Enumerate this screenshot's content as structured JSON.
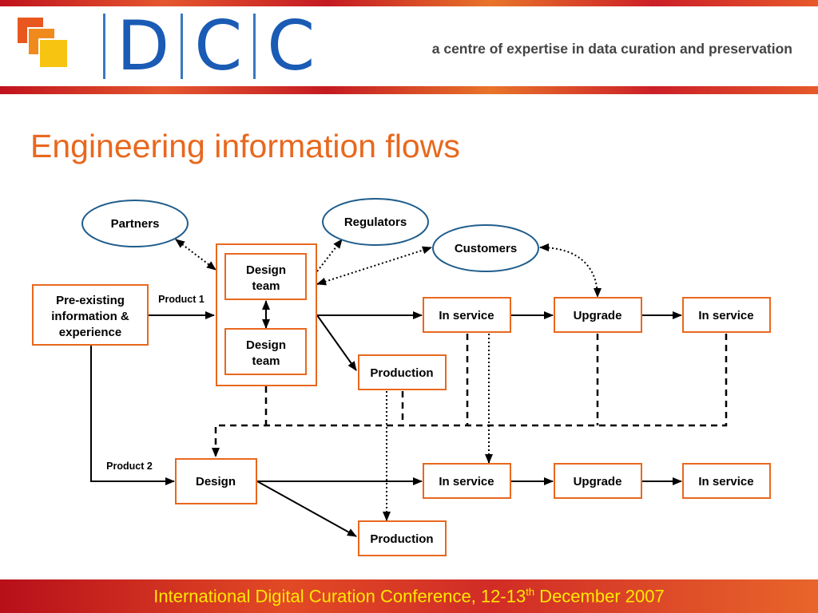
{
  "header": {
    "logo_letters": [
      "D",
      "C",
      "C"
    ],
    "tagline": "a centre of expertise in data curation and preservation"
  },
  "title": "Engineering information flows",
  "diagram": {
    "nodes": {
      "partners": "Partners",
      "regulators": "Regulators",
      "customers": "Customers",
      "design_team_1": [
        "Design",
        "team"
      ],
      "design_team_2": [
        "Design",
        "team"
      ],
      "pre_existing": [
        "Pre-existing",
        "information &",
        "experience"
      ],
      "in_service_1": "In service",
      "upgrade_1": "Upgrade",
      "in_service_2": "In service",
      "production_1": "Production",
      "design": "Design",
      "in_service_3": "In service",
      "upgrade_2": "Upgrade",
      "in_service_4": "In service",
      "production_2": "Production"
    },
    "labels": {
      "product_1": "Product 1",
      "product_2": "Product 2"
    }
  },
  "footer": {
    "text_main": "International Digital Curation Conference, 12-13",
    "text_sup": "th",
    "text_end": " December 2007"
  },
  "colors": {
    "title": "#e8681e",
    "box_border": "#e8681e",
    "ellipse_border": "#1f5d8c",
    "logo_blue": "#1a5bb5",
    "footer_text": "#ffe800"
  }
}
